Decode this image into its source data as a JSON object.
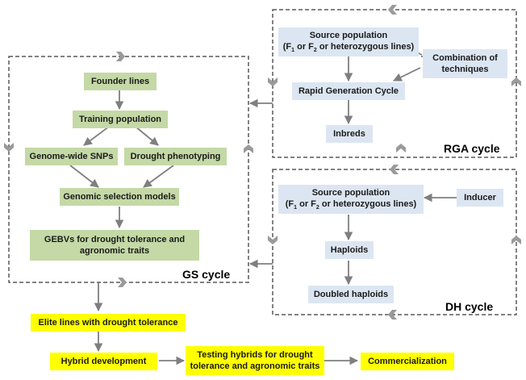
{
  "gs": {
    "founder": "Founder lines",
    "training": "Training population",
    "snps": "Genome-wide SNPs",
    "pheno": "Drought phenotyping",
    "models": "Genomic selection models",
    "gebv_line1": "GEBVs for drought tolerance and",
    "gebv_line2": "agronomic traits",
    "label": "GS cycle"
  },
  "rga": {
    "source_line1": "Source population",
    "source_line2_a": "(F",
    "source_line2_sub1": "1",
    "source_line2_b": " or F",
    "source_line2_sub2": "2",
    "source_line2_c": " or heterozygous lines)",
    "combo_line1": "Combination of",
    "combo_line2": "techniques",
    "rapid": "Rapid Generation Cycle",
    "inbreds": "Inbreds",
    "label": "RGA cycle"
  },
  "dh": {
    "source_line1": "Source population",
    "source_line2_a": "(F",
    "source_line2_sub1": "1",
    "source_line2_b": " or F",
    "source_line2_sub2": "2",
    "source_line2_c": " or heterozygous lines)",
    "inducer": "Inducer",
    "haploids": "Haploids",
    "doubled": "Doubled haploids",
    "label": "DH cycle"
  },
  "pipeline": {
    "elite": "Elite lines with drought tolerance",
    "hybrid": "Hybrid development",
    "testing_line1": "Testing hybrids for drought",
    "testing_line2": "tolerance and agronomic traits",
    "commercial": "Commercialization"
  },
  "colors": {
    "green_box": "#c4d9a6",
    "blue_box": "#dce6f2",
    "yellow_box": "#ffff00",
    "arrow": "#7f7f7f",
    "dashed_border": "#595959"
  }
}
